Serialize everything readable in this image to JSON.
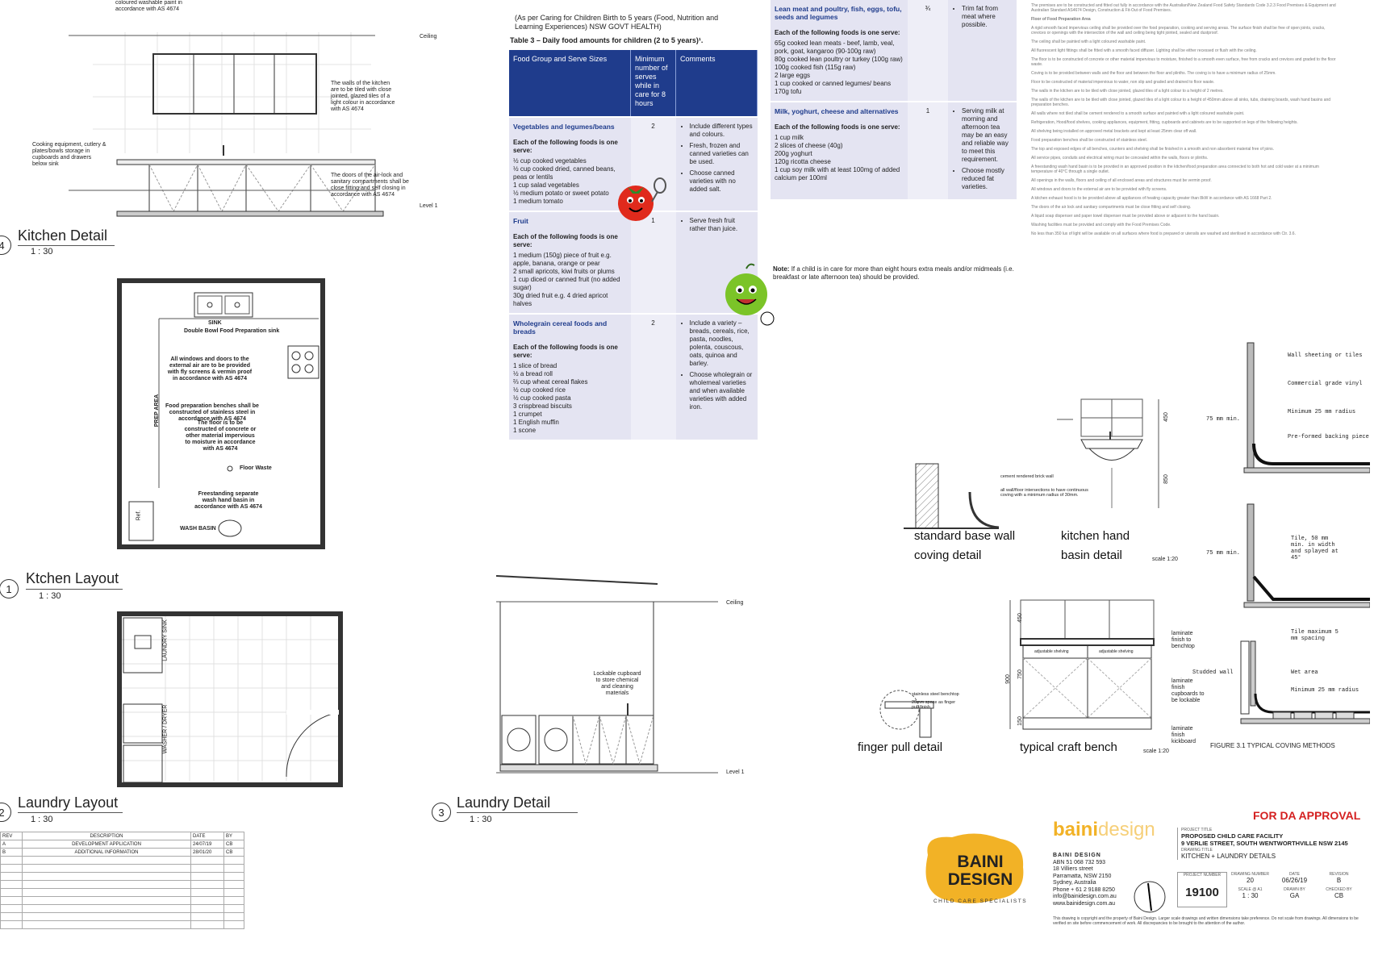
{
  "views": {
    "kitchen_detail": {
      "number": "4",
      "title": "Kitchen Detail",
      "scale": "1 : 30",
      "top_note": "coloured washable paint in accordance with AS 4674",
      "note_walls": "The walls of the kitchen are to be tiled with close jointed, glazed tiles of a light colour in accordance with AS 4674",
      "note_equipment": "Cooking equipment, cutlery & plates/bowls storage in cupboards and drawers below sink",
      "note_doors": "The doors of the air-lock and sanitary compartments shall be close fitting and self closing in accordance with AS 4674",
      "level_ceiling": "Ceiling",
      "level_1": "Level 1"
    },
    "kitchen_layout": {
      "number": "1",
      "title": "Ktchen Layout",
      "scale": "1 : 30",
      "sink_label": "SINK",
      "sink_desc": "Double Bowl Food Preparation sink",
      "note_windows": "All windows and doors to the external air are to be provided with fly screens & vermin proof in accordance with AS 4674",
      "note_benches": "Food preparation benches shall be constructed of stainless steel in accordance with AS 4674",
      "note_floor": "The floor is to be constructed of concrete or other material impervious to moisture in accordance with AS 4674",
      "floor_waste": "Floor Waste",
      "note_basin": "Freestanding separate wash hand basin in accordance with AS 4674",
      "wash_basin": "WASH BASIN",
      "prep_area": "PREP AREA",
      "ref": "Ref."
    },
    "laundry_layout": {
      "number": "2",
      "title": "Laundry Layout",
      "scale": "1 : 30",
      "laundry_sink": "LAUNDRY SINK",
      "washer_dryer": "WASHER / DRYER"
    },
    "laundry_detail": {
      "number": "3",
      "title": "Laundry Detail",
      "scale": "1 : 30",
      "note_cupboard": "Lockable cupboard to store chemical and cleaning materials",
      "level_ceiling": "Ceiling",
      "level_1": "Level 1"
    }
  },
  "food_doc": {
    "intro": "(As per Caring for Children Birth to 5 years (Food, Nutrition and Learning Experiences) NSW GOVT HEALTH)",
    "table_title": "Table 3 – Daily food amounts for children (2 to 5 years)¹.",
    "headers": [
      "Food Group and Serve Sizes",
      "Minimum number of serves while in care for 8 hours",
      "Comments"
    ],
    "rows": [
      {
        "category": "Vegetables and legumes/beans",
        "serve_intro": "Each of the following foods is one serve:",
        "items": [
          "½ cup cooked vegetables",
          "½ cup cooked dried, canned beans, peas or lentils",
          "1 cup salad vegetables",
          "½ medium potato or sweet potato",
          "1 medium tomato"
        ],
        "serves": "2",
        "comments": [
          "Include different types and colours.",
          "Fresh, frozen and canned varieties can be used.",
          "Choose canned varieties with no added salt."
        ]
      },
      {
        "category": "Fruit",
        "serve_intro": "Each of the following foods is one serve:",
        "items": [
          "1 medium (150g) piece of fruit e.g. apple, banana, orange or pear",
          "2 small apricots, kiwi fruits or plums",
          "1 cup diced or canned fruit (no added sugar)",
          "30g dried fruit e.g. 4 dried apricot halves"
        ],
        "serves": "1",
        "comments": [
          "Serve fresh fruit rather than juice."
        ]
      },
      {
        "category": "Wholegrain cereal foods and breads",
        "serve_intro": "Each of the following foods is one serve:",
        "items": [
          "1 slice of bread",
          "½ a bread roll",
          "⅔ cup wheat cereal flakes",
          "½ cup cooked rice",
          "½ cup cooked pasta",
          "3 crispbread biscuits",
          "1 crumpet",
          "1 English muffin",
          "1 scone"
        ],
        "serves": "2",
        "comments": [
          "Include a variety – breads, cereals, rice, pasta, noodles, polenta, couscous, oats, quinoa and barley.",
          "Choose wholegrain or wholemeal varieties and when available varieties with added iron."
        ]
      }
    ]
  },
  "food_doc2": {
    "rows": [
      {
        "category": "Lean meat and poultry, fish, eggs, tofu, seeds and legumes",
        "serve_intro": "Each of the following foods is one serve:",
        "items": [
          "65g cooked lean meats - beef, lamb, veal, pork, goat, kangaroo (90-100g raw)",
          "80g cooked lean poultry or turkey (100g raw)",
          "100g cooked fish (115g raw)",
          "2 large eggs",
          "1 cup cooked or canned legumes/ beans",
          "170g tofu"
        ],
        "serves": "¾",
        "comments": [
          "Trim fat from meat where possible."
        ]
      },
      {
        "category": "Milk, yoghurt, cheese and alternatives",
        "serve_intro": "Each of the following foods is one serve:",
        "items": [
          "1 cup milk",
          "2 slices of cheese (40g)",
          "200g yoghurt",
          "120g ricotta cheese",
          "1 cup soy milk with at least 100mg of added calcium per 100ml"
        ],
        "serves": "1",
        "comments": [
          "Serving milk at morning and afternoon tea may be an easy and reliable way to meet this requirement.",
          "Choose mostly reduced fat varieties."
        ]
      }
    ],
    "note_label": "Note:",
    "note": "If a child is in care for more than eight hours extra meals and/or midmeals (i.e. breakfast or late afternoon tea) should be provided."
  },
  "spec_text": {
    "heading": "Floor of Food Preparation Area",
    "paragraphs": [
      "The premises are to be constructed and fitted out fully in accordance with the Australian/New Zealand Food Safety Standards Code 3.2.3 Food Premises & Equipment and Australian Standard AS4674 Design, Construction & Fit-Out of Food Premises.",
      "A rigid smooth faced impervious ceiling shall be provided over the food preparation, cooking and serving areas. The surface finish shall be free of open joints, cracks, crevices or openings with the intersection of the wall and ceiling being tight jointed, sealed and dustproof.",
      "The ceiling shall be painted with a light coloured washable paint.",
      "All fluorescent light fittings shall be fitted with a smooth faced diffuser. Lighting shall be either recessed or flush with the ceiling.",
      "The floor is to be constructed of concrete or other material impervious to moisture, finished to a smooth even surface, free from cracks and crevices and graded to the floor waste.",
      "Coving is to be provided between walls and the floor and between the floor and plinths. The coving is to have a minimum radius of 25mm.",
      "Floor to be constructed of material impervious to water, non slip and graded and drained to floor waste.",
      "The walls in the kitchen are to be tiled with close jointed, glazed tiles of a light colour to a height of 2 metres.",
      "The walls of the kitchen are to be tiled with close jointed, glazed tiles of a light colour to a height of 450mm above all sinks, tubs, draining boards, wash hand basins and preparation benches.",
      "All walls where not tiled shall be cement rendered to a smooth surface and painted with a light coloured washable paint.",
      "Refrigeration, Hood/food shelves, cooking appliances, equipment, fitting, cupboards and cabinets are to be supported on legs of the following heights.",
      "All shelving being installed on approved metal brackets and kept at least 25mm clear off wall.",
      "Food preparation benches shall be constructed of stainless steel.",
      "The top and exposed edges of all benches, counters and shelving shall be finished in a smooth and non absorbent material free of joins.",
      "All service pipes, conduits and electrical wiring must be concealed within the walls, floors or plinths.",
      "A freestanding wash hand basin is to be provided in an approved position in the kitchen/food preparation area connected to both hot and cold water at a minimum temperature of 40°C through a single outlet.",
      "All openings in the walls, floors and ceiling of all enclosed areas and structures must be vermin proof.",
      "All windows and doors to the external air are to be provided with fly screens.",
      "A kitchen exhaust hood is to be provided above all appliances of heating capacity greater than 8kW in accordance with AS 1668 Part 2.",
      "The doors of the air lock and sanitary compartments must be close fitting and self closing.",
      "A liquid soap dispenser and paper towel dispenser must be provided above or adjacent to the hand basin.",
      "Washing facilities must be provided and comply with the Food Premises Code.",
      "No less than 350 lux of light will be available on all surfaces where food is prepared or utensils are washed and sterilised in accordance with Ctr. 3.6."
    ]
  },
  "details": {
    "coving": {
      "label1": "standard base wall",
      "label2": "coving detail",
      "note1": "cement rendered brick wall",
      "note2": "all wall/floor intersections to have continuous coving with a minimum radius of 30mm."
    },
    "hand_basin": {
      "label1": "kitchen hand",
      "label2": "basin detail",
      "scale": "scale 1:20",
      "dim1": "450",
      "dim2": "850"
    },
    "finger_pull": {
      "label": "finger pull detail",
      "note1": "stainless steel benchtop",
      "note2": "20mm space as finger pull finish"
    },
    "craft_bench": {
      "label": "typical craft bench",
      "scale": "scale 1:20",
      "note1": "laminate finish to benchtop",
      "note2": "laminate finish cupboards to be lockable",
      "note3": "laminate finish kickboard",
      "dim1": "450",
      "dim2": "750",
      "dim3": "900",
      "dim4": "150",
      "drawer1": "adjustable shelving",
      "drawer2": "adjustable shelving"
    },
    "typical_coving": {
      "caption": "FIGURE 3.1  TYPICAL COVING METHODS",
      "labels_top": [
        "Wall sheeting or tiles",
        "Commercial grade vinyl",
        "Minimum 25 mm radius",
        "Pre-formed backing piece"
      ],
      "dim_top": "75 mm min.",
      "labels_mid": [
        "Tile, 50 mm min. in width and splayed at 45°"
      ],
      "dim_mid": "75 mm min.",
      "labels_bot": [
        "Tile maximum 5 mm spacing",
        "Studded wall",
        "Wet area",
        "Minimum 25 mm radius"
      ]
    }
  },
  "revision_table": {
    "headers": [
      "REV",
      "DESCRIPTION",
      "DATE",
      "BY"
    ],
    "rows": [
      [
        "A",
        "DEVELOPMENT APPLICATION",
        "24/07/19",
        "CB"
      ],
      [
        "B",
        "ADDITIONAL INFORMATION",
        "28/01/20",
        "CB"
      ]
    ]
  },
  "title_block": {
    "approval": "FOR DA APPROVAL",
    "logo_main": "BAINI DESIGN",
    "logo_tag": "CHILD CARE SPECIALISTS",
    "brand_a": "baini",
    "brand_b": "design",
    "company": "BAINI DESIGN",
    "abn": "ABN 51 068 732 593",
    "addr1": "18 Villiers street",
    "addr2": "Parramatta, NSW 2150",
    "addr3": "Sydney, Australia",
    "phone": "Phone + 61 2 9188 8250",
    "email": "info@bainidesign.com.au",
    "web": "www.bainidesign.com.au",
    "project_title_label": "PROJECT TITLE",
    "project_title": "PROPOSED CHILD CARE FACILITY",
    "project_address": "9 VERLIE STREET, SOUTH WENTWORTHVILLE NSW 2145",
    "drawing_title_label": "DRAWING TITLE",
    "drawing_title": "KITCHEN + LAUNDRY DETAILS",
    "project_number_label": "PROJECT NUMBER",
    "project_number": "19100",
    "drawing_number_label": "DRAWING NUMBER",
    "drawing_number": "20",
    "date_label": "DATE",
    "date": "06/26/19",
    "revision_label": "REVISION",
    "revision": "B",
    "scale_label": "SCALE @ A1",
    "scale": "1 : 30",
    "drawn_label": "DRAWN BY",
    "drawn": "GA",
    "checked_label": "CHECKED BY",
    "checked": "CB",
    "copyright": "This drawing is copyright and the property of Baini Design. Larger scale drawings and written dimensions take preference. Do not scale from drawings. All dimensions to be verified on site before commencement of work. All discrepancies to be brought to the attention of the author."
  },
  "colors": {
    "table_header": "#1f3c8c",
    "table_cell": "#e4e4f2",
    "approval": "#d42020",
    "logo_yellow": "#f2b226"
  }
}
